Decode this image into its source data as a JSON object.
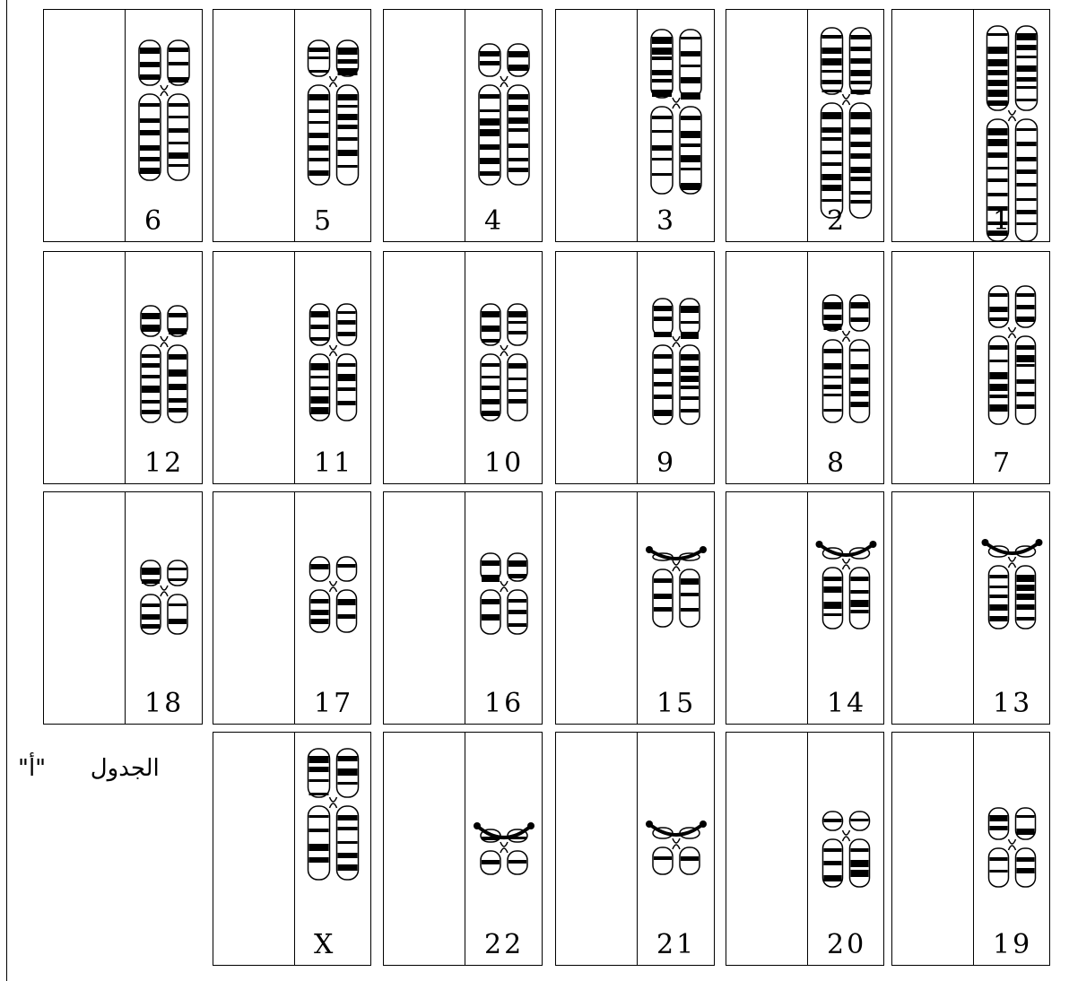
{
  "caption": {
    "word": "الجدول",
    "letter": "\"أ\""
  },
  "rows": [
    [
      "6",
      "5",
      "4",
      "3",
      "2",
      "1"
    ],
    [
      "12",
      "11",
      "10",
      "9",
      "8",
      "7"
    ],
    [
      "18",
      "17",
      "16",
      "15",
      "14",
      "13"
    ],
    [
      "X",
      "22",
      "21",
      "20",
      "19"
    ]
  ]
}
